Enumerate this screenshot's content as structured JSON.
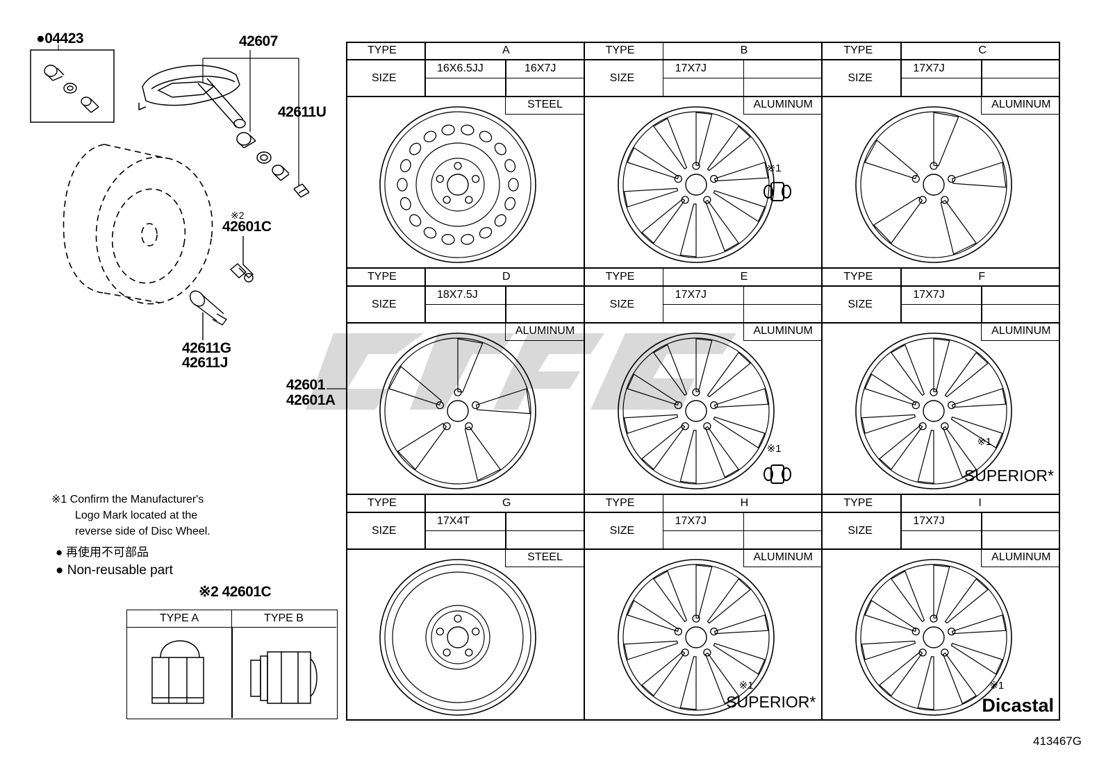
{
  "left_parts": {
    "nonreusable_marker": "●",
    "p04423": "04423",
    "p42607": "42607",
    "p42611U": "42611U",
    "ref2": "※2",
    "p42601C": "42601C",
    "p42611G": "42611G",
    "p42611J": "42611J",
    "p42601": "42601",
    "p42601A": "42601A"
  },
  "notes": {
    "n1_line1": "※1 Confirm the Manufacturer's",
    "n1_line2": "Logo Mark located at the",
    "n1_line3": "reverse side of Disc Wheel.",
    "bullet": "●",
    "jp": "再使用不可部品",
    "en": "Non-reusable part"
  },
  "nut_table": {
    "title": "※2 42601C",
    "col_a": "TYPE A",
    "col_b": "TYPE B"
  },
  "wheels": [
    {
      "type_label": "TYPE",
      "type": "A",
      "size_label": "SIZE",
      "sizes": [
        "16X6.5JJ",
        "16X7J"
      ],
      "material": "STEEL",
      "ref": "",
      "brand": ""
    },
    {
      "type_label": "TYPE",
      "type": "B",
      "size_label": "SIZE",
      "sizes": [
        "17X7J",
        ""
      ],
      "material": "ALUMINUM",
      "ref": "※1",
      "brand": ""
    },
    {
      "type_label": "TYPE",
      "type": "C",
      "size_label": "SIZE",
      "sizes": [
        "17X7J",
        ""
      ],
      "material": "ALUMINUM",
      "ref": "",
      "brand": ""
    },
    {
      "type_label": "TYPE",
      "type": "D",
      "size_label": "SIZE",
      "sizes": [
        "18X7.5J",
        ""
      ],
      "material": "ALUMINUM",
      "ref": "",
      "brand": ""
    },
    {
      "type_label": "TYPE",
      "type": "E",
      "size_label": "SIZE",
      "sizes": [
        "17X7J",
        ""
      ],
      "material": "ALUMINUM",
      "ref": "※1",
      "brand": ""
    },
    {
      "type_label": "TYPE",
      "type": "F",
      "size_label": "SIZE",
      "sizes": [
        "17X7J",
        ""
      ],
      "material": "ALUMINUM",
      "ref": "※1",
      "brand": "SUPERIOR*"
    },
    {
      "type_label": "TYPE",
      "type": "G",
      "size_label": "SIZE",
      "sizes": [
        "17X4T",
        ""
      ],
      "material": "STEEL",
      "ref": "",
      "brand": ""
    },
    {
      "type_label": "TYPE",
      "type": "H",
      "size_label": "SIZE",
      "sizes": [
        "17X7J",
        ""
      ],
      "material": "ALUMINUM",
      "ref": "※1",
      "brand": "SUPERIOR*"
    },
    {
      "type_label": "TYPE",
      "type": "I",
      "size_label": "SIZE",
      "sizes": [
        "17X7J",
        ""
      ],
      "material": "ALUMINUM",
      "ref": "※1",
      "brand": "Dicastal"
    }
  ],
  "diagram_id": "413467G"
}
